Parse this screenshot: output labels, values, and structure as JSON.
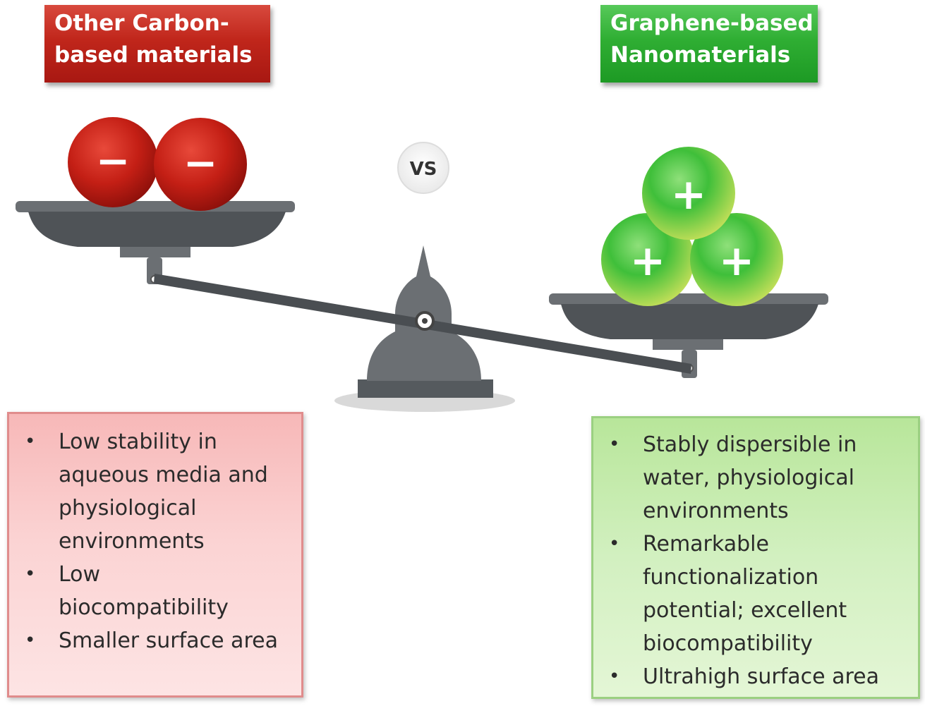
{
  "left": {
    "title_lines": [
      "Other Carbon-",
      "based materials"
    ],
    "items": [
      [
        "Low stability in",
        "aqueous media and",
        "physiological",
        "environments"
      ],
      [
        "Low",
        "biocompatibility"
      ],
      [
        "Smaller surface area"
      ]
    ],
    "ball_sign": "−",
    "color": "#c0261b"
  },
  "right": {
    "title_lines": [
      "Graphene-based",
      "Nanomaterials"
    ],
    "items": [
      [
        "Stably dispersible in",
        "water, physiological",
        "environments"
      ],
      [
        "Remarkable",
        "functionalization",
        "potential; excellent",
        "biocompatibility"
      ],
      [
        "Ultrahigh surface area"
      ]
    ],
    "ball_sign": "+",
    "color": "#2fae33"
  },
  "center": {
    "vs_label": "VS"
  },
  "bullet_char": "•"
}
